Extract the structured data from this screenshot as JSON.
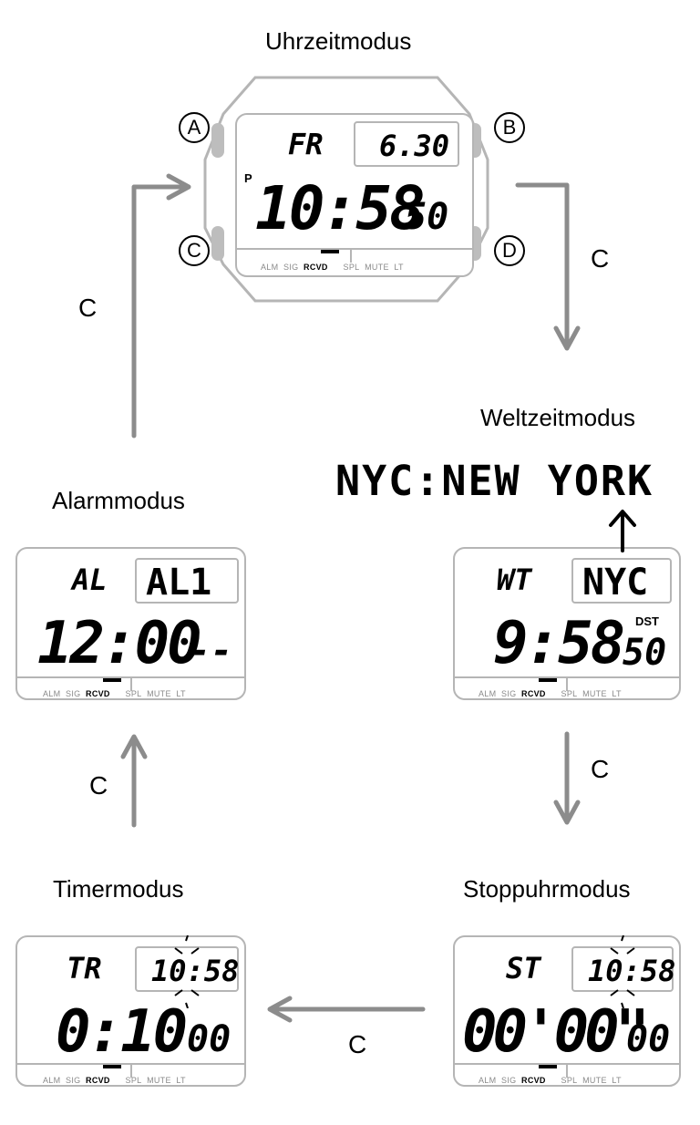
{
  "modes": {
    "timekeeping": {
      "title": "Uhrzeitmodus",
      "day": "FR",
      "date": "6.30",
      "pm": "P",
      "time": "10:58",
      "seconds": "50"
    },
    "worldtime": {
      "title": "Weltzeitmodus",
      "city_banner": "NYC:NEW YORK",
      "label": "WT",
      "city": "NYC",
      "dst": "DST",
      "time": "9:58",
      "seconds": "50"
    },
    "alarm": {
      "title": "Alarmmodus",
      "label": "AL",
      "alarm_no": "AL1",
      "time": "12:00",
      "suffix": "--"
    },
    "stopwatch": {
      "title": "Stoppuhrmodus",
      "label": "ST",
      "clock": "10:58",
      "time": "00'00\"",
      "hundredths": "00"
    },
    "timer": {
      "title": "Timermodus",
      "label": "TR",
      "clock": "10:58",
      "time": "0:10",
      "seconds": "00"
    }
  },
  "buttons": {
    "a": "A",
    "b": "B",
    "c": "C",
    "d": "D"
  },
  "transitions": {
    "label": "C"
  },
  "indicators": {
    "alm": "ALM",
    "sig": "SIG",
    "rcvd": "RCVD",
    "spl": "SPL",
    "mute": "MUTE",
    "lt": "LT"
  },
  "colors": {
    "arrow": "#8c8c8c",
    "outline": "#b5b5b5",
    "flash_colon": "#9a9a9a"
  }
}
